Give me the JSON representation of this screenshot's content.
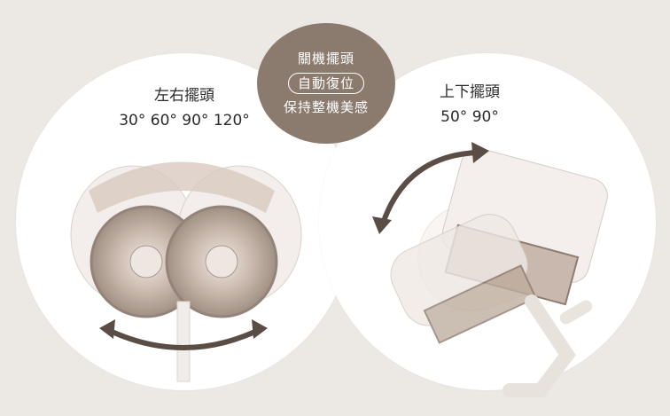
{
  "left": {
    "title": "左右擺頭",
    "angles": "30°  60°  90°  120°"
  },
  "right": {
    "title": "上下擺頭",
    "angles": "50°  90°"
  },
  "badge": {
    "line1": "關機擺頭",
    "line2": "自動復位",
    "line3": "保持整機美感"
  },
  "colors": {
    "background": "#ece8e4",
    "badge": "#8b7a6e",
    "arrow": "#5a4d45",
    "fan_body": "#f4efec",
    "fan_grille": "#c9b8ad"
  },
  "icons": [
    "horizontal-swing-arrow-icon",
    "vertical-swing-arrow-icon"
  ]
}
